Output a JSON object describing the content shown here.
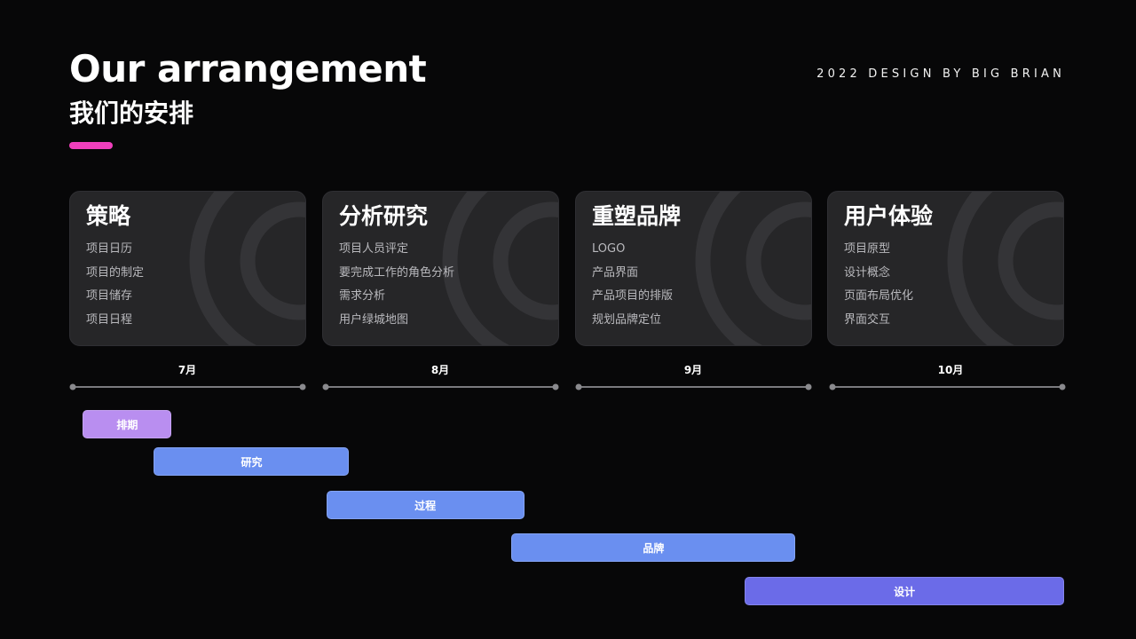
{
  "header": {
    "title_en": "Our arrangement",
    "title_zh": "我们的安排",
    "credit": "2022 DESIGN BY BIG BRIAN",
    "accent_color": "#f03fbd"
  },
  "phases": [
    {
      "title": "策略",
      "items": [
        "项目日历",
        "项目的制定",
        "项目储存",
        "项目日程"
      ],
      "month": "7月"
    },
    {
      "title": "分析研究",
      "items": [
        "项目人员评定",
        "要完成工作的角色分析",
        "需求分析",
        "用户绿城地图"
      ],
      "month": "8月"
    },
    {
      "title": "重塑品牌",
      "items": [
        "LOGO",
        "产品界面",
        "产品项目的排版",
        "规划品牌定位"
      ],
      "month": "9月"
    },
    {
      "title": "用户体验",
      "items": [
        "项目原型",
        "设计概念",
        "页面布局优化",
        "界面交互"
      ],
      "month": "10月"
    }
  ],
  "tasks": [
    {
      "label": "排期",
      "start_month": 7.04,
      "end_month": 7.39,
      "color": "#b98ef0"
    },
    {
      "label": "研究",
      "start_month": 7.32,
      "end_month": 8.09,
      "color": "#6a8ff0"
    },
    {
      "label": "过程",
      "start_month": 8.0,
      "end_month": 8.78,
      "color": "#6a8ff0"
    },
    {
      "label": "品牌",
      "start_month": 8.73,
      "end_month": 9.85,
      "color": "#6a8ff0"
    },
    {
      "label": "设计",
      "start_month": 9.65,
      "end_month": 11.0,
      "color": "#6b6be8"
    }
  ],
  "colors": {
    "timeline_line": "#7a7a7e",
    "card_bg": "#262628"
  }
}
